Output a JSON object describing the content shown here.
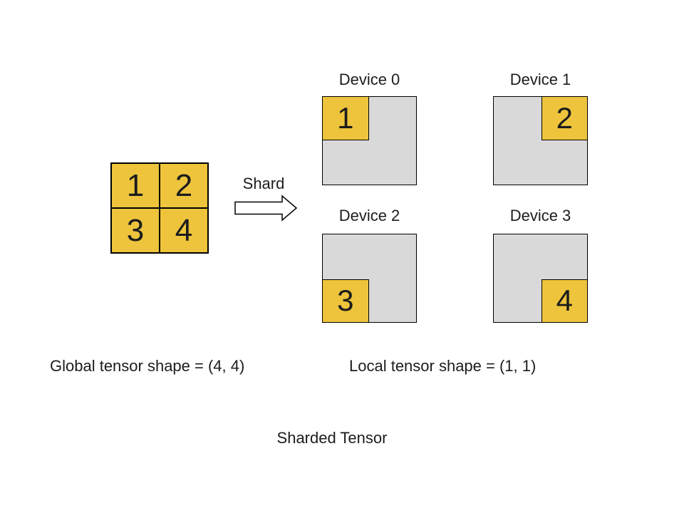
{
  "title": "Sharded Tensor",
  "shard": {
    "label": "Shard"
  },
  "global_tensor": {
    "caption": "Global tensor shape = (4, 4)",
    "cells": [
      "1",
      "2",
      "3",
      "4"
    ]
  },
  "local_tensor": {
    "caption": "Local tensor shape = (1, 1)"
  },
  "devices": [
    {
      "label": "Device 0",
      "value": "1",
      "corner": "top-left"
    },
    {
      "label": "Device 1",
      "value": "2",
      "corner": "top-right"
    },
    {
      "label": "Device 2",
      "value": "3",
      "corner": "bottom-left"
    },
    {
      "label": "Device 3",
      "value": "4",
      "corner": "bottom-right"
    }
  ],
  "colors": {
    "shard_fill": "#EDC43C",
    "device_bg": "#D9D9D9",
    "outline": "#000000",
    "text": "#1C1C1C",
    "background": "#FFFFFF"
  }
}
